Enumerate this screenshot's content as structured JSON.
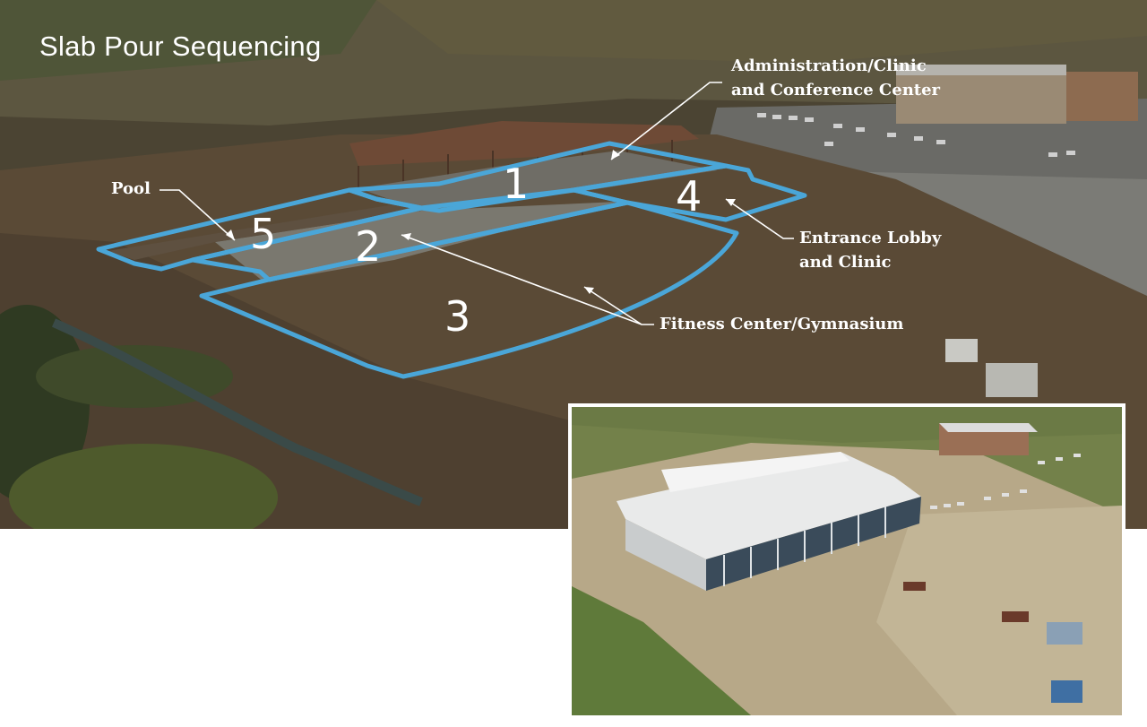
{
  "title": "Slab Pour Sequencing",
  "zones": [
    {
      "number": "1"
    },
    {
      "number": "2"
    },
    {
      "number": "3"
    },
    {
      "number": "4"
    },
    {
      "number": "5"
    }
  ],
  "callouts": {
    "pool": "Pool",
    "administration_line1": "Administration/Clinic",
    "administration_line2": "and Conference Center",
    "entrance_line1": "Entrance Lobby",
    "entrance_line2": "and Clinic",
    "fitness": "Fitness Center/Gymnasium"
  },
  "colors": {
    "outline": "#4aa6d8",
    "text": "#ffffff"
  }
}
